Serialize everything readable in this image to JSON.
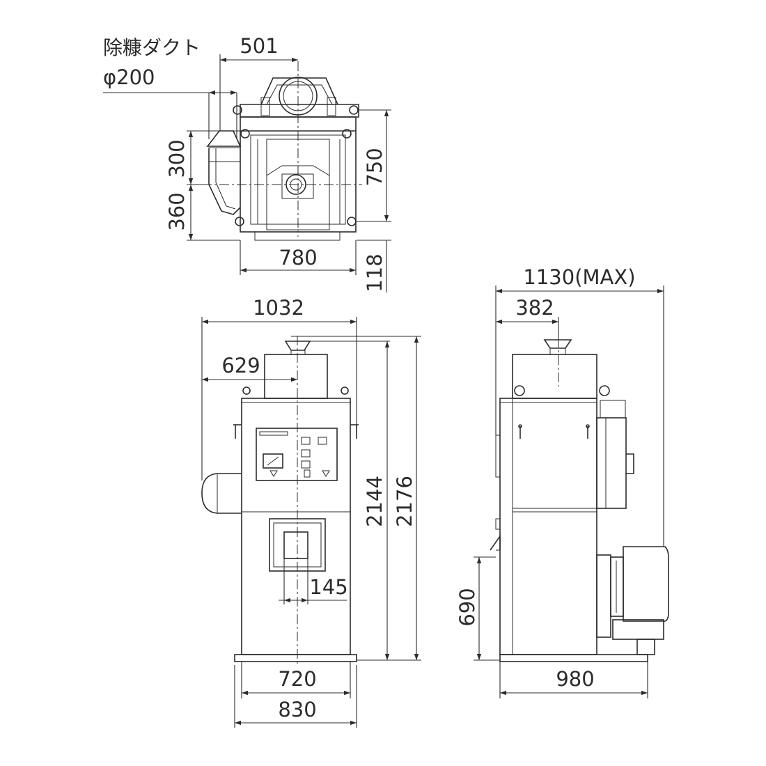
{
  "drawing": {
    "duct_label": "除糠ダクト",
    "duct_diameter": "φ200"
  },
  "dimensions": {
    "top_width_501": "501",
    "top_depth_300": "300",
    "top_depth_360": "360",
    "top_depth_750": "750",
    "top_width_780": "780",
    "top_offset_118": "118",
    "front_width_1032": "1032",
    "front_width_629": "629",
    "front_height_2144": "2144",
    "front_height_2176": "2176",
    "front_opening_145": "145",
    "front_base_720": "720",
    "front_base_830": "830",
    "side_width_max": "1130(MAX)",
    "side_width_382": "382",
    "side_height_690": "690",
    "side_base_980": "980"
  }
}
